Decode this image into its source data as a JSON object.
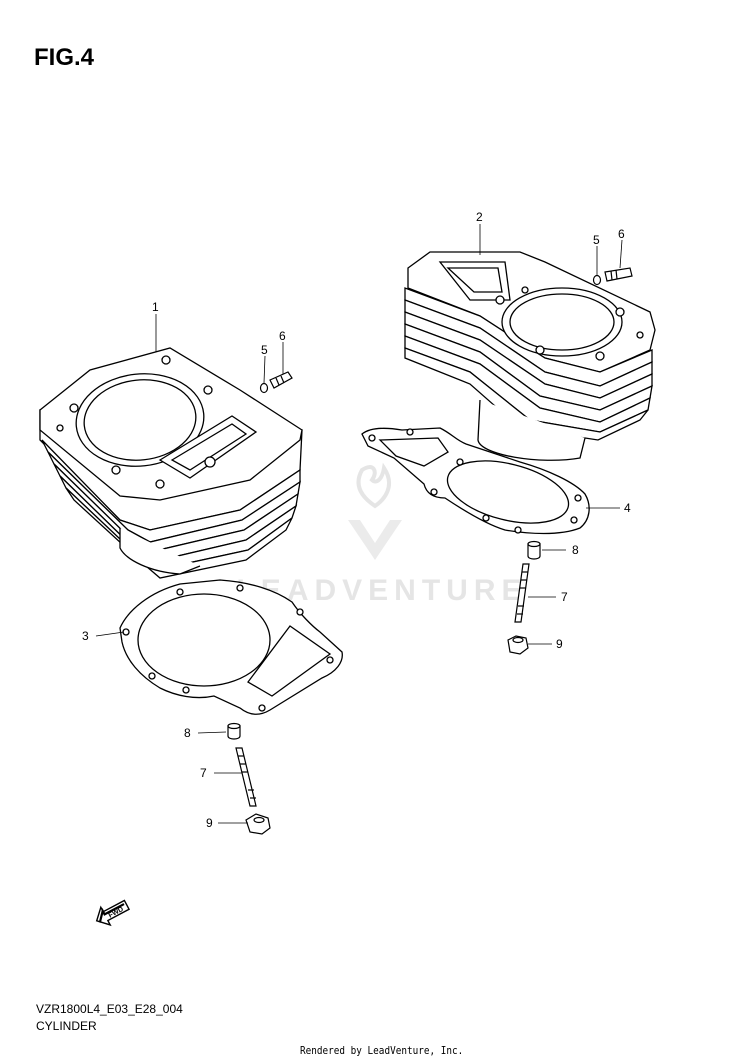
{
  "figure": {
    "title": "FIG.4"
  },
  "watermark": {
    "text": "LEADVENTURE",
    "color": "#d9d9d9"
  },
  "callouts": {
    "front_cylinder": "1",
    "rear_cylinder": "2",
    "front_gasket": "3",
    "rear_gasket": "4",
    "front_washer": "5",
    "front_jet": "6",
    "rear_washer": "5",
    "rear_jet": "6",
    "rear_dowel": "8",
    "rear_stud": "7",
    "rear_nut": "9",
    "front_dowel": "8",
    "front_stud": "7",
    "front_nut": "9"
  },
  "fwd_badge": {
    "text": "FWD",
    "icon": "fwd-arrow-icon"
  },
  "footer": {
    "drawing_code": "VZR1800L4_E03_E28_004",
    "drawing_name": "CYLINDER",
    "render_credit": "Rendered by LeadVenture, Inc."
  }
}
